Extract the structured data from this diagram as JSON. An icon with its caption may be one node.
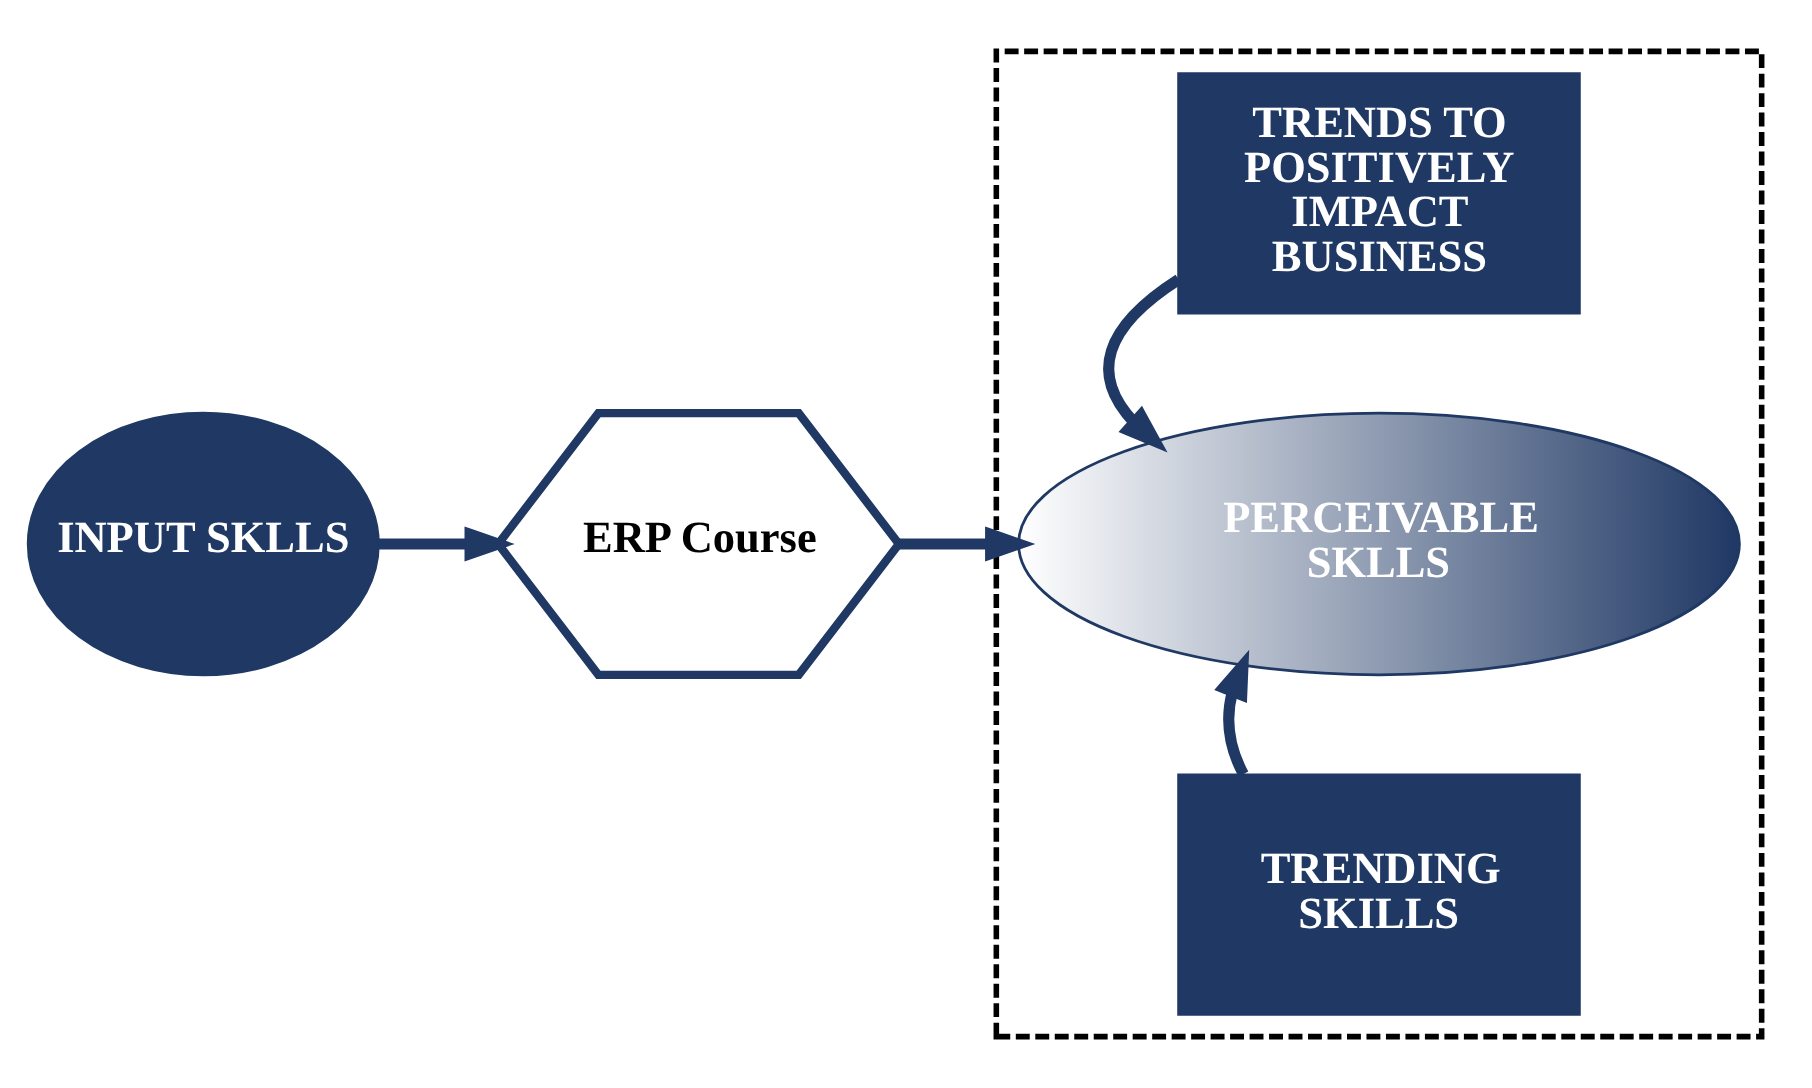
{
  "diagram": {
    "nodes": [
      {
        "text": [
          "INPUT SKLLS"
        ]
      },
      {
        "text": [
          "ERP Course"
        ]
      },
      {
        "text": [],
        "shape": "box"
      },
      {
        "text": [
          "TRENDS TO POSITIVELY IMPACT BUSINESS"
        ],
        "in": 2
      },
      {
        "text": [
          "PERCEIVABLE SKLLS"
        ],
        "in": 2
      },
      {
        "text": [
          "TRENDING SKILLS"
        ],
        "in": 2
      }
    ],
    "edges": [
      {
        "from": 0,
        "to": 1,
        "arrow": "to"
      },
      {
        "from": 1,
        "to": 4,
        "arrow": "to"
      },
      {
        "from": 3,
        "to": 4,
        "arrow": "to"
      },
      {
        "from": 5,
        "to": 4,
        "arrow": "to"
      }
    ]
  }
}
